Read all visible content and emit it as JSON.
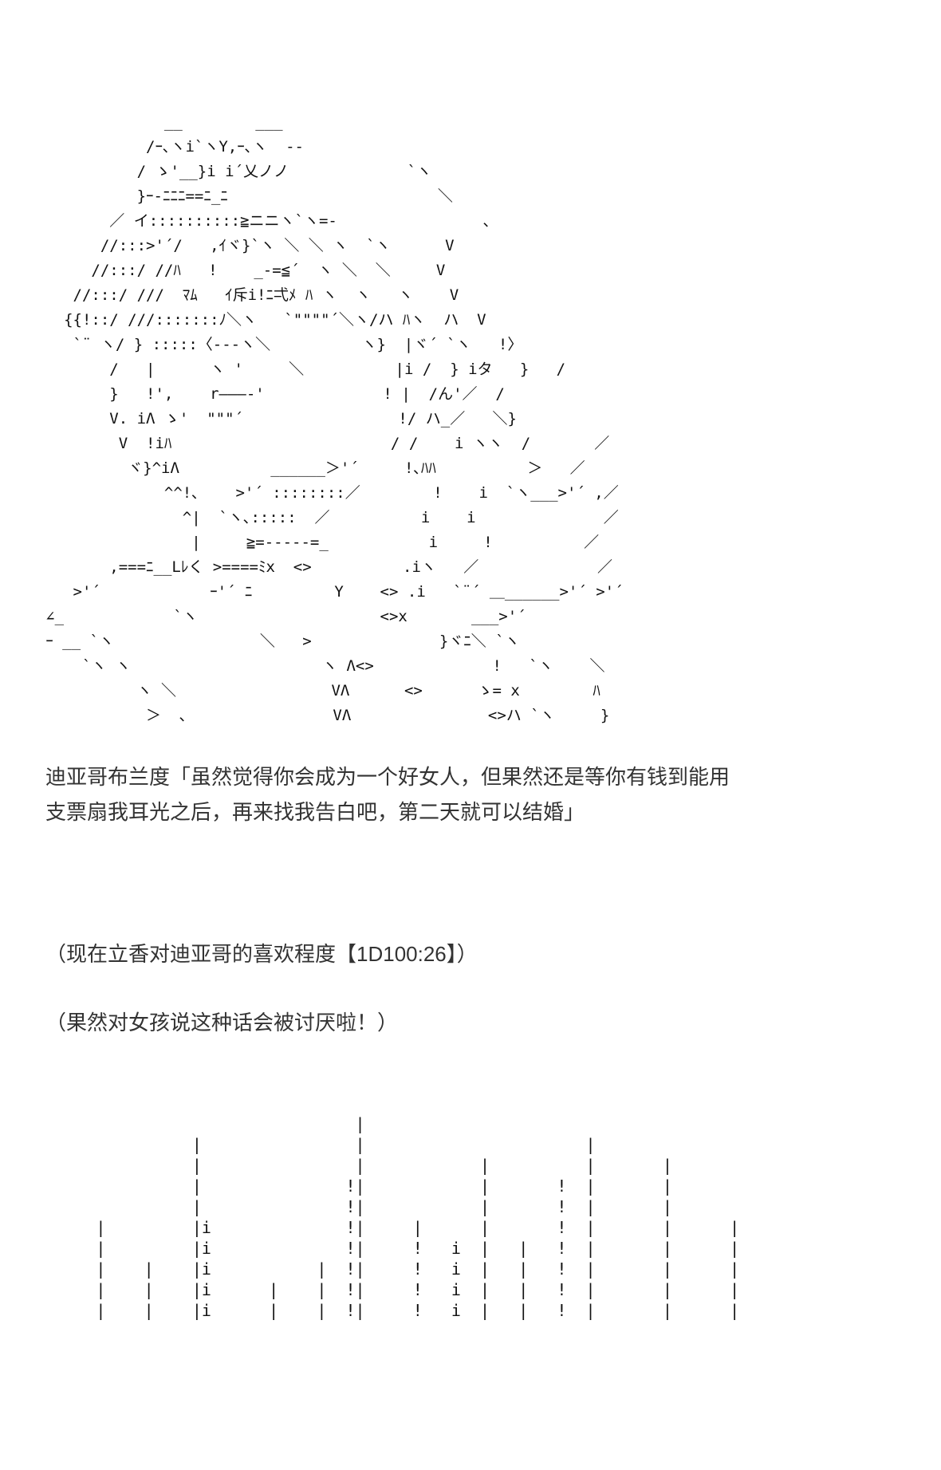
{
  "art_lines": [
    "                  __        ___",
    "                /ｰ､ヽi`ヽY,ｰ､ヽ  --",
    "               / ゝ'__}i i´乂ノノ             `ヽ",
    "               }ｰ-ﾆﾆﾆ==ﾆ_ﾆ                       ＼",
    "            ／ イ::::::::::≧ニニヽ`ヽ=-                ､",
    "           //:::>'´/   ,ｲヾ}`ヽ ＼ ＼ ヽ  `ヽ      V",
    "          //:::/ //ﾊ   !    _-=≦´  ヽ ＼  ＼     V",
    "        //:::/ ///  ﾏﾑ   ｲ斥i!ﾆ弌ﾒ ﾊ ヽ  ヽ   ヽ    V",
    "       {{!::/ ///:::::::ﾉ＼ヽ   `\"\"\"\"´＼ヽ/ハ ﾊヽ  ハ  V",
    "        `¨ ヽ/ } :::::〈---ヽ＼          ヽ}  |ヾ´ `ヽ   !〉",
    "            /   |      ヽ '     ＼          |i /  } iタ   }   /",
    "            }   !',    r―――‐'             ! |  /ん'／  /",
    "            V. iΛ ゝ'  \"\"\"´                 !/ ハ_／   ＼}",
    "             V  !iﾊ                        / /    i ヽヽ  /       ／",
    "              ヾ}^iΛ          ______＞'´     !､ﾊﾊ          ＞   ／",
    "                  ^^!､    >'´ ::::::::／        !    i  `ヽ___>'´ ,／",
    "                    ^|  `ヽ､:::::  ／          i    i              ／",
    "                     |     ≧=-----=_           i     !          ／",
    "            ,===ﾆ__Lﾚく >====ﾐx  <>          .iヽ   ／             ／",
    "        >'´            ｰ'´ ﾆ         Y    <> .i   `¨´ ＿______>'´ >'´",
    "     ∠_            `ヽ                    <>x       ___>'´",
    "     ｰ __ `ヽ                ＼   >              }ヾﾆ＼ `ヽ",
    "         `ヽ ヽ                     ヽ Λ<>             !   `ヽ    ＼",
    "               ヽ ＼                 VΛ      <>      ゝ= x        ﾊ",
    "                ＞  ､                VΛ               <>ハ `ヽ     }"
  ],
  "dialogue": {
    "line1": "迪亚哥布兰度「虽然觉得你会成为一个好女人，但果然还是等你有钱到能用",
    "line2": "支票扇我耳光之后，再来找我告白吧，第二天就可以结婚」"
  },
  "notes": {
    "affection": "（现在立香对迪亚哥的喜欢程度【1D100:26】）",
    "comment": "（果然对女孩说这种话会被讨厌啦！）"
  },
  "bar_lines": [
    "                                     |",
    "                    |                |                       |",
    "                    |                |            |          |       |",
    "                    |               !|            |       !  |       |",
    "                    |               !|            |       !  |       |",
    "          |         |i              !|     |      |       !  |       |      |",
    "          |         |i              !|     !   i  |   |   !  |       |      |",
    "          |    |    |i           |  !|     !   i  |   |   !  |       |      |",
    "          |    |    |i      |    |  !|     !   i  |   |   !  |       |      |",
    "          |    |    |i      |    |  !|     !   i  |   |   !  |       |      |"
  ]
}
